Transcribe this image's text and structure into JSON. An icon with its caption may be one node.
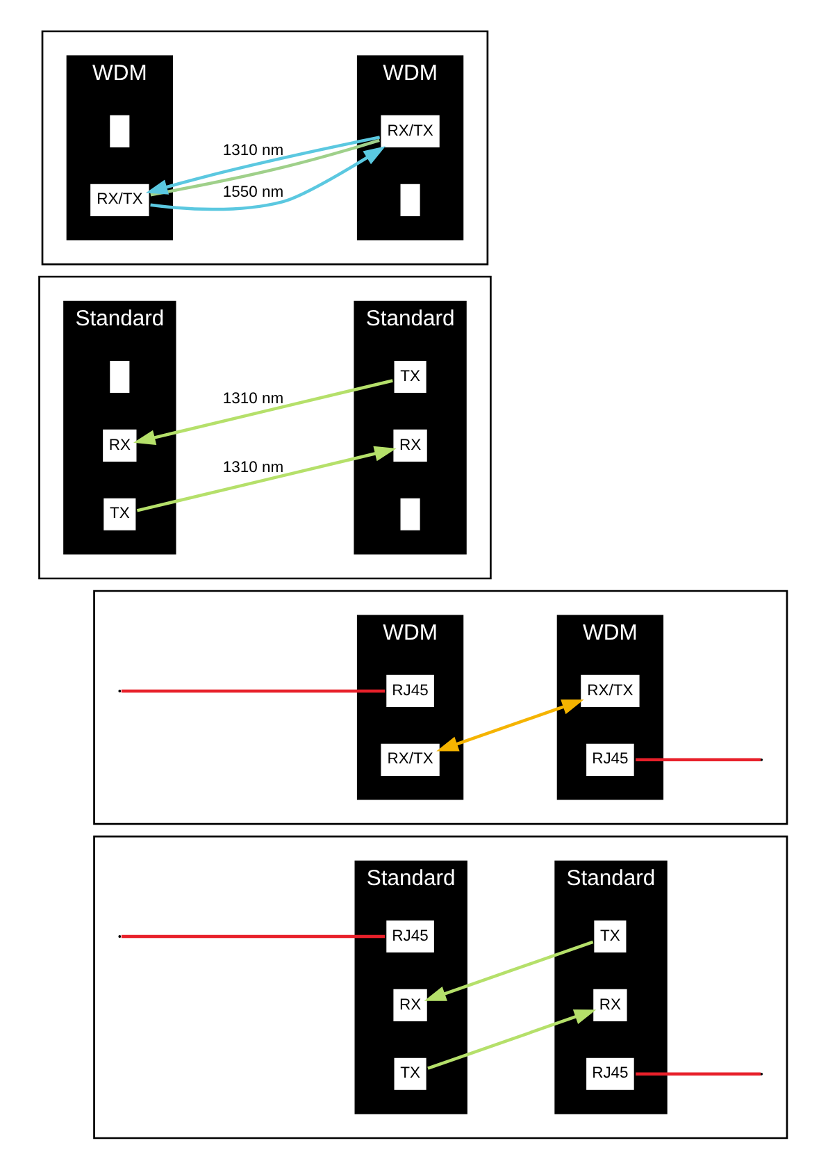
{
  "diagram": {
    "nodes": [
      {
        "text": [],
        "shape": "box"
      },
      {
        "text": [
          "Standard"
        ],
        "in": 0
      },
      {
        "text": [
          "RJ45"
        ],
        "in": 1
      },
      {
        "text": [
          "TX"
        ],
        "in": 1
      },
      {
        "text": [
          "RX"
        ],
        "in": 1
      },
      {
        "text": [
          "Standard"
        ],
        "in": 0
      },
      {
        "text": [
          "RX"
        ],
        "in": 5
      },
      {
        "text": [
          "TX"
        ],
        "in": 5
      },
      {
        "text": [
          "RJ45"
        ],
        "in": 5
      },
      {
        "text": [],
        "shape": "box"
      },
      {
        "text": [
          "WDM"
        ],
        "in": 9
      },
      {
        "text": [
          "RJ45"
        ],
        "in": 10
      },
      {
        "text": [
          "RX/TX"
        ],
        "in": 10
      },
      {
        "text": [
          "WDM"
        ],
        "in": 9
      },
      {
        "text": [
          "RX/TX"
        ],
        "in": 13
      },
      {
        "text": [
          "RJ45"
        ],
        "in": 13
      },
      {
        "text": [],
        "shape": "box"
      },
      {
        "text": [
          "Standard"
        ],
        "in": 16
      },
      {
        "text": [],
        "shape": "box",
        "in": 17
      },
      {
        "text": [
          "TX"
        ],
        "in": 17
      },
      {
        "text": [
          "RX"
        ],
        "in": 17
      },
      {
        "text": [
          "Standard"
        ],
        "in": 16
      },
      {
        "text": [
          "RX"
        ],
        "in": 21
      },
      {
        "text": [
          "TX"
        ],
        "in": 21
      },
      {
        "text": [],
        "shape": "box",
        "in": 21
      },
      {
        "text": [],
        "shape": "box"
      },
      {
        "text": [
          "WDM"
        ],
        "in": 25
      },
      {
        "text": [],
        "shape": "box",
        "in": 26
      },
      {
        "text": [
          "RX/TX"
        ],
        "in": 26
      },
      {
        "text": [
          "WDM"
        ],
        "in": 25
      },
      {
        "text": [
          "RX/TX"
        ],
        "in": 29
      },
      {
        "text": [],
        "shape": "box",
        "in": 29
      }
    ],
    "edges": [
      {
        "from": null,
        "to": 2,
        "arrow": "none",
        "color": "#e8202a"
      },
      {
        "from": 3,
        "to": 6,
        "arrow": "to",
        "color": "#b5e06a"
      },
      {
        "from": 7,
        "to": 4,
        "arrow": "to",
        "color": "#b5e06a"
      },
      {
        "from": 8,
        "to": null,
        "arrow": "none",
        "color": "#e8202a"
      },
      {
        "from": null,
        "to": 11,
        "arrow": "none",
        "color": "#e8202a"
      },
      {
        "from": 12,
        "to": 14,
        "arrow": "both",
        "color": "#f5b400"
      },
      {
        "from": 15,
        "to": null,
        "arrow": "none",
        "color": "#e8202a"
      },
      {
        "from": 19,
        "to": 22,
        "label": "1310 nm",
        "arrow": "to",
        "color": "#b5e06a"
      },
      {
        "from": 23,
        "to": 20,
        "label": "1310 nm",
        "arrow": "to",
        "color": "#b5e06a"
      },
      {
        "from": 28,
        "to": 30,
        "label": "1550 nm",
        "arrow": "to",
        "color": "#5bc8e0"
      },
      {
        "from": 28,
        "to": 30,
        "arrow": "none",
        "color": "#9fd08a"
      },
      {
        "from": 30,
        "to": 28,
        "label": "1310 nm",
        "arrow": "to",
        "color": "#5bc8e0"
      }
    ]
  }
}
